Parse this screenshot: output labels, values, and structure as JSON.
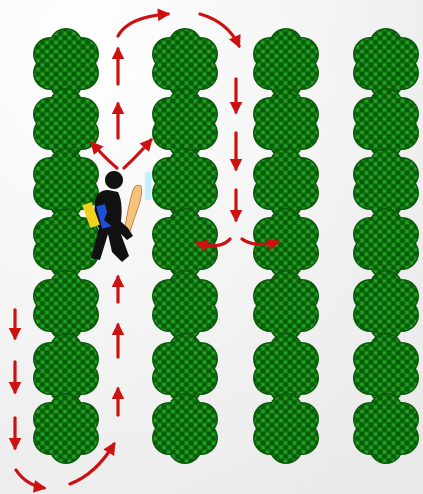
{
  "scene": {
    "title": "",
    "rows": 7,
    "columns": 4,
    "colors": {
      "background_light": "#ffffff",
      "background_shade": "#ececec",
      "tree_dark": "#0b5a0b",
      "tree_mid": "#0f7a10",
      "tree_light": "#23a023",
      "arrow": "#cc1111",
      "figure_body": "#111111",
      "figure_vest": "#1f4fd6",
      "figure_pack": "#f0d21e",
      "figure_tool": "#f4c27c",
      "figure_tool_tip": "#b8f0ff"
    },
    "icons": {
      "tree": "tree-icon",
      "arrow": "arrow-icon",
      "figure": "mower-figure"
    }
  }
}
